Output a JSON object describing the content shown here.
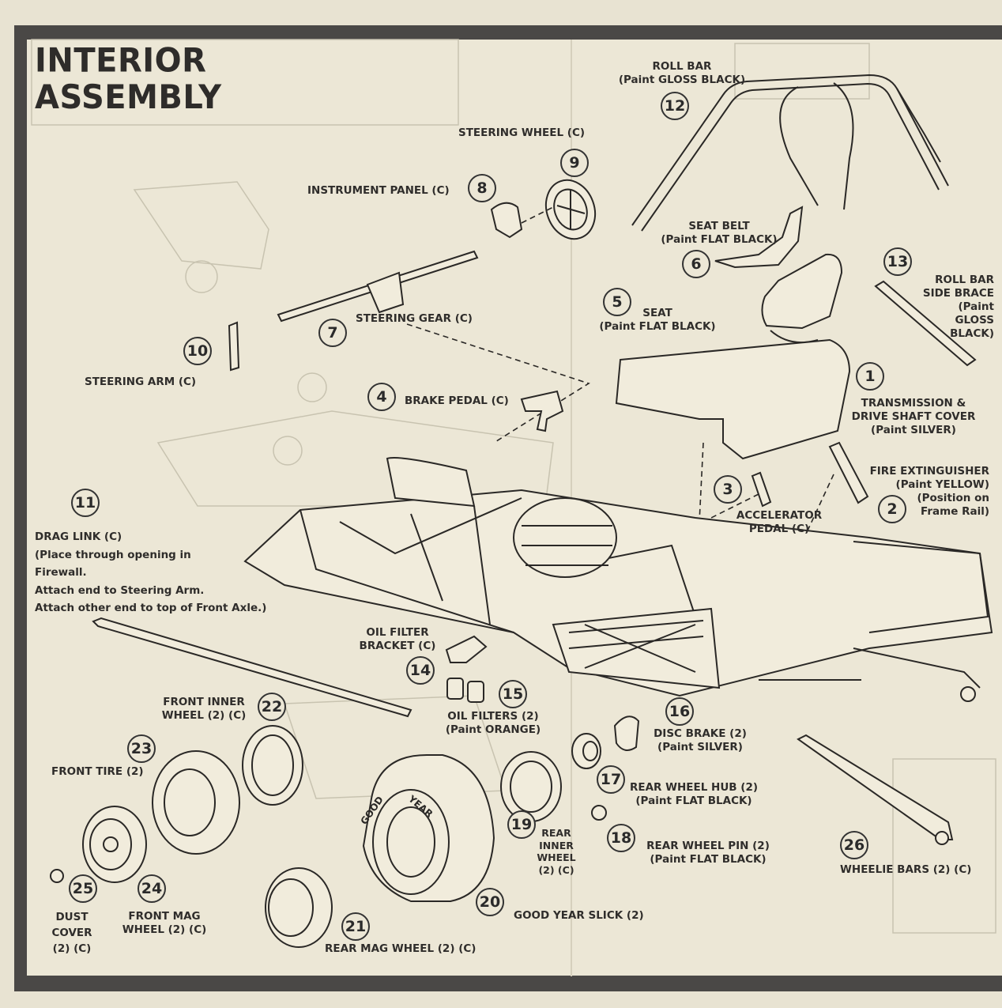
{
  "title": {
    "line1": "INTERIOR",
    "line2": "ASSEMBLY"
  },
  "parts": [
    {
      "num": "1",
      "label": "TRANSMISSION &\nDRIVE SHAFT COVER\n(Paint SILVER)"
    },
    {
      "num": "2",
      "label": "FIRE EXTINGUISHER\n(Paint YELLOW)\n(Position on\nFrame Rail)"
    },
    {
      "num": "3",
      "label": "ACCELERATOR\nPEDAL (C)"
    },
    {
      "num": "4",
      "label": "BRAKE PEDAL (C)"
    },
    {
      "num": "5",
      "label": "SEAT\n(Paint FLAT BLACK)"
    },
    {
      "num": "6",
      "label": "SEAT BELT\n(Paint FLAT BLACK)"
    },
    {
      "num": "7",
      "label": "STEERING GEAR (C)"
    },
    {
      "num": "8",
      "label": "INSTRUMENT PANEL (C)"
    },
    {
      "num": "9",
      "label": "STEERING WHEEL (C)"
    },
    {
      "num": "10",
      "label": "STEERING ARM (C)"
    },
    {
      "num": "11",
      "label": "DRAG LINK (C)\n(Place through opening in\nFirewall.\nAttach end to Steering Arm.\nAttach other end to top of Front Axle.)"
    },
    {
      "num": "12",
      "label": "ROLL BAR\n(Paint GLOSS BLACK)"
    },
    {
      "num": "13",
      "label": "ROLL BAR\nSIDE BRACE\n(Paint\nGLOSS\nBLACK)"
    },
    {
      "num": "14",
      "label": "OIL FILTER\nBRACKET (C)"
    },
    {
      "num": "15",
      "label": "OIL FILTERS (2)\n(Paint ORANGE)"
    },
    {
      "num": "16",
      "label": "DISC BRAKE (2)\n(Paint SILVER)"
    },
    {
      "num": "17",
      "label": "REAR WHEEL HUB (2)\n(Paint FLAT BLACK)"
    },
    {
      "num": "18",
      "label": "REAR WHEEL PIN (2)\n(Paint FLAT BLACK)"
    },
    {
      "num": "19",
      "label": "REAR\nINNER\nWHEEL\n(2) (C)"
    },
    {
      "num": "20",
      "label": "GOOD YEAR SLICK (2)"
    },
    {
      "num": "21",
      "label": "REAR MAG WHEEL (2) (C)"
    },
    {
      "num": "22",
      "label": "FRONT INNER\nWHEEL (2) (C)"
    },
    {
      "num": "23",
      "label": "FRONT TIRE (2)"
    },
    {
      "num": "24",
      "label": "FRONT MAG\nWHEEL (2) (C)"
    },
    {
      "num": "25",
      "label": "DUST\nCOVER\n(2) (C)"
    },
    {
      "num": "26",
      "label": "WHEELIE BARS (2) (C)"
    }
  ],
  "tire_text": {
    "good": "GOOD",
    "year": "YEAR"
  },
  "colors": {
    "frame": "#4a4846",
    "paper": "#ece7d6",
    "ink": "#2a2826"
  }
}
